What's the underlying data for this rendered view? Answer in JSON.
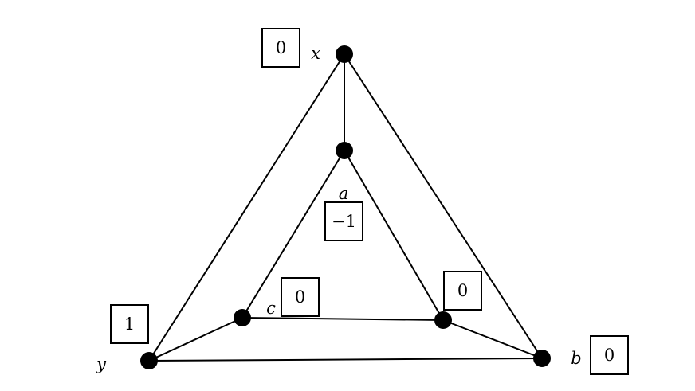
{
  "graph": {
    "nodes": [
      {
        "id": "x",
        "label": "x",
        "value": "0"
      },
      {
        "id": "a",
        "label": "a",
        "value": "−1"
      },
      {
        "id": "c",
        "label": "c",
        "value": "0"
      },
      {
        "id": "d",
        "label": "",
        "value": "0"
      },
      {
        "id": "y",
        "label": "y",
        "value": "1"
      },
      {
        "id": "b",
        "label": "b",
        "value": "0"
      }
    ],
    "edges": [
      [
        "x",
        "a"
      ],
      [
        "x",
        "y"
      ],
      [
        "x",
        "b"
      ],
      [
        "a",
        "c"
      ],
      [
        "a",
        "d"
      ],
      [
        "c",
        "d"
      ],
      [
        "c",
        "y"
      ],
      [
        "d",
        "b"
      ],
      [
        "y",
        "b"
      ]
    ]
  }
}
